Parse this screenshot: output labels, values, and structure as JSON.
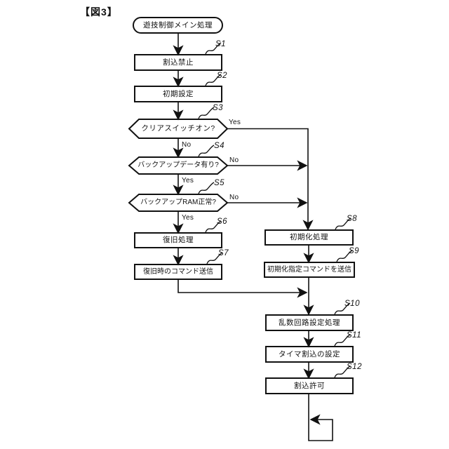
{
  "figure_label": "【図3】",
  "flowchart": {
    "start_label": "遊技制御メイン処理",
    "branch": {
      "yes": "Yes",
      "no": "No"
    },
    "steps": {
      "s1": {
        "id": "S1",
        "label": "割込禁止"
      },
      "s2": {
        "id": "S2",
        "label": "初期設定"
      },
      "s3": {
        "id": "S3",
        "label": "クリアスイッチオン?"
      },
      "s4": {
        "id": "S4",
        "label": "バックアップデータ有り?"
      },
      "s5": {
        "id": "S5",
        "label": "バックアップRAM正常?"
      },
      "s6": {
        "id": "S6",
        "label": "復旧処理"
      },
      "s7": {
        "id": "S7",
        "label": "復旧時のコマンド送信"
      },
      "s8": {
        "id": "S8",
        "label": "初期化処理"
      },
      "s9": {
        "id": "S9",
        "label": "初期化指定コマンドを送信"
      },
      "s10": {
        "id": "S10",
        "label": "乱数回路設定処理"
      },
      "s11": {
        "id": "S11",
        "label": "タイマ割込の設定"
      },
      "s12": {
        "id": "S12",
        "label": "割込許可"
      }
    }
  }
}
